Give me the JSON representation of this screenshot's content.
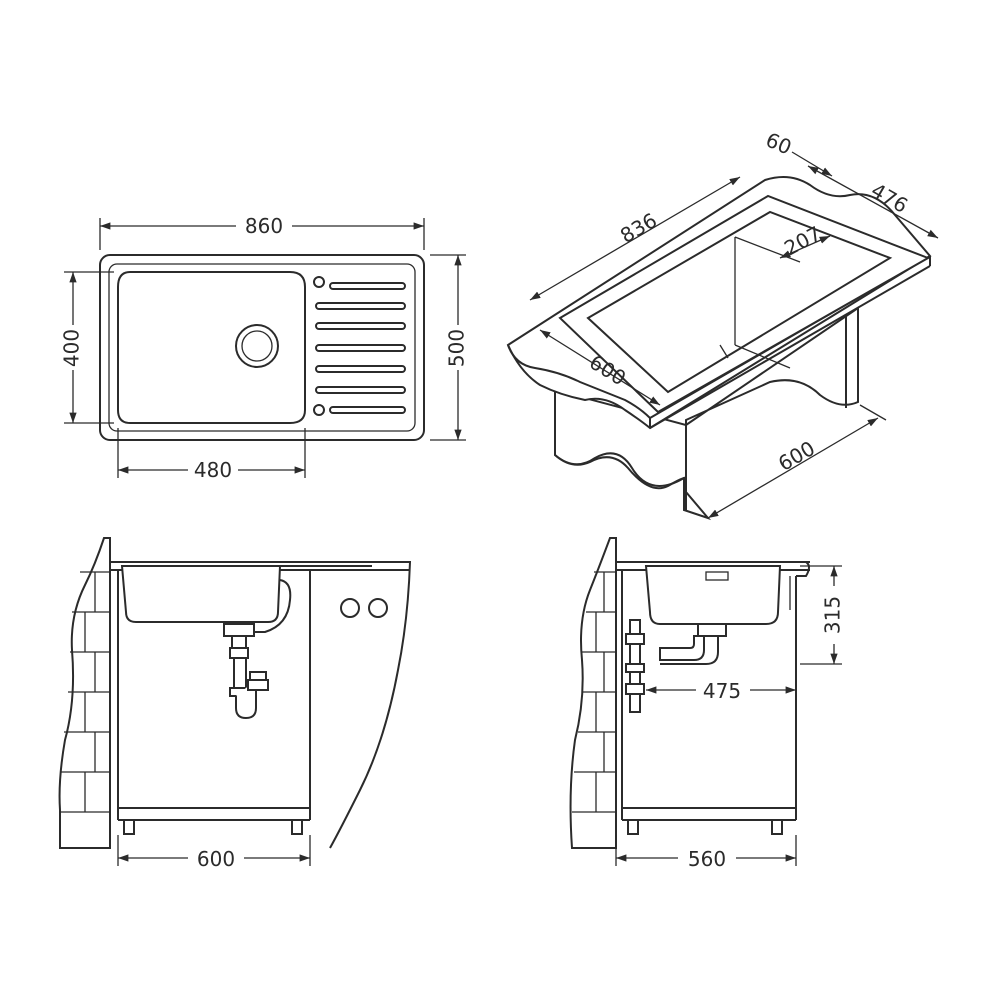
{
  "top_view": {
    "overall_width": "860",
    "overall_depth": "500",
    "bowl_width": "480",
    "bowl_depth": "400"
  },
  "cabinet_perspective": {
    "sink_length": "836",
    "rim_width": "60",
    "sink_depth": "476",
    "bowl_offset": "207",
    "cabinet_depth": "600",
    "cabinet_width": "600"
  },
  "front_section": {
    "cabinet_width": "600"
  },
  "side_section": {
    "sink_height": "315",
    "drain_distance": "475",
    "cabinet_depth": "560"
  },
  "colors": {
    "line": "#2b2b2b",
    "background": "#ffffff"
  }
}
